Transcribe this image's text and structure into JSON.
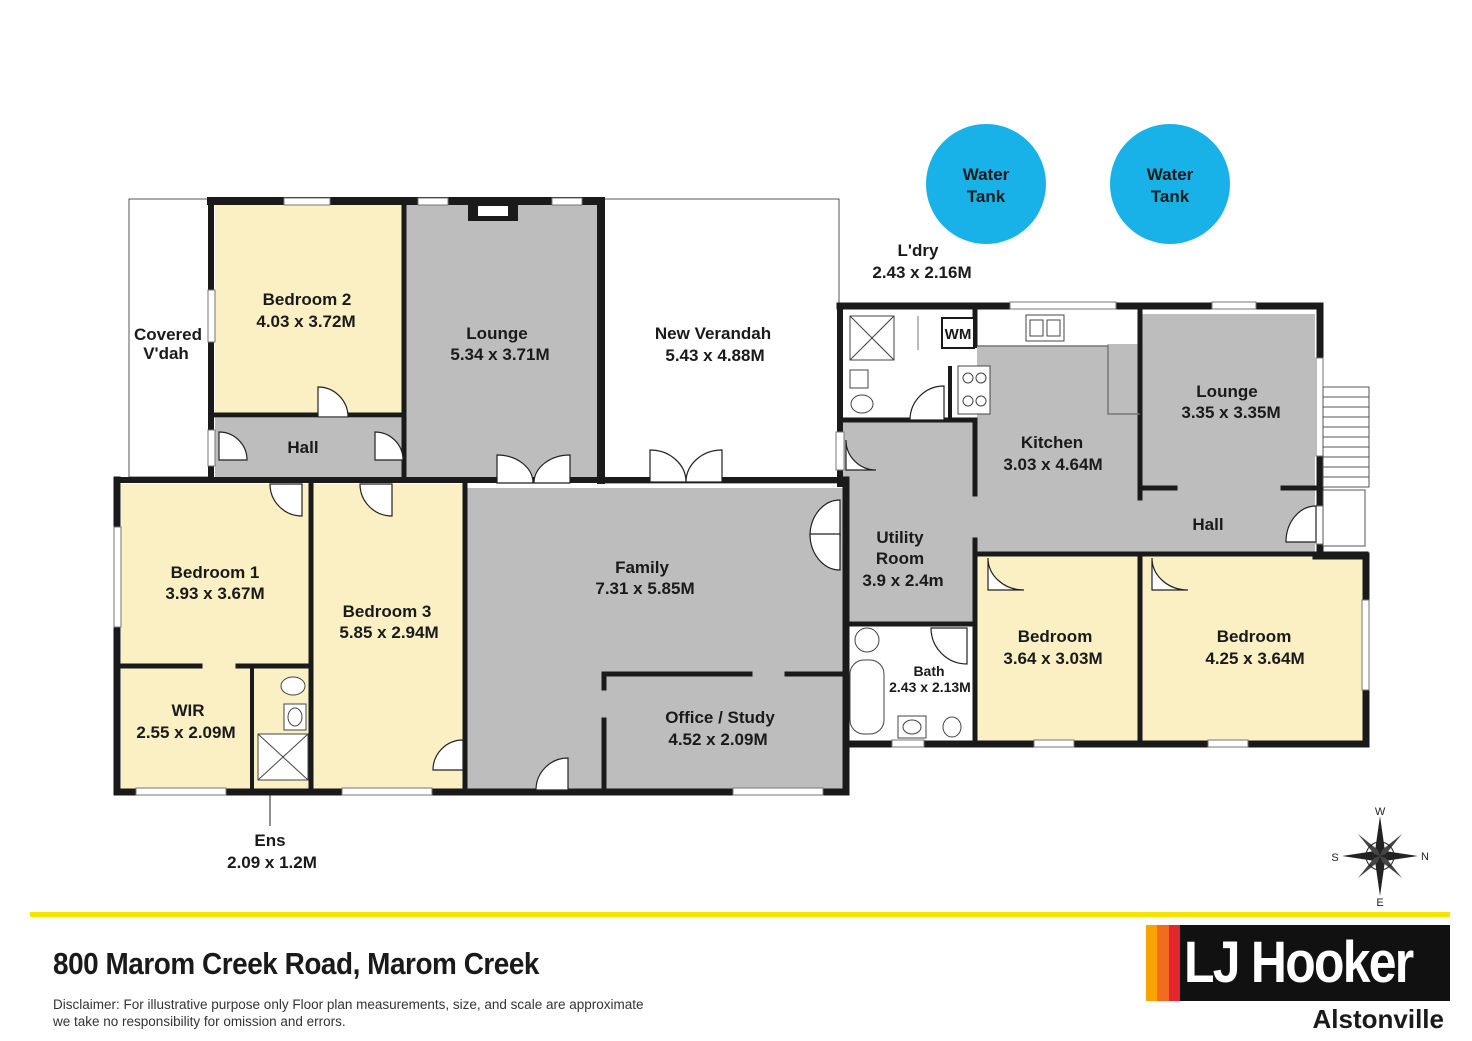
{
  "colors": {
    "wall": "#1a1a1a",
    "living_fill": "#bdbdbd",
    "bedroom_fill": "#faf0c4",
    "outdoor_fill": "#ffffff",
    "water_tank": "#19b2e8",
    "accent_rule": "#f5e400"
  },
  "rooms": {
    "covered_vdah": {
      "name": "Covered",
      "name2": "V'dah"
    },
    "bedroom2": {
      "name": "Bedroom 2",
      "dims": "4.03 x 3.72M"
    },
    "lounge_west": {
      "name": "Lounge",
      "dims": "5.34 x 3.71M"
    },
    "new_verandah": {
      "name": "New Verandah",
      "dims": "5.43 x 4.88M"
    },
    "hall_west": {
      "name": "Hall"
    },
    "bedroom1": {
      "name": "Bedroom 1",
      "dims": "3.93 x 3.67M"
    },
    "bedroom3": {
      "name": "Bedroom 3",
      "dims": "5.85 x 2.94M"
    },
    "family": {
      "name": "Family",
      "dims": "7.31 x 5.85M"
    },
    "wir": {
      "name": "WIR",
      "dims": "2.55 x 2.09M"
    },
    "ens": {
      "name": "Ens",
      "dims": "2.09 x 1.2M"
    },
    "office": {
      "name": "Office / Study",
      "dims": "4.52 x 2.09M"
    },
    "laundry": {
      "name": "L'dry",
      "dims": "2.43 x 2.16M",
      "wm": "WM"
    },
    "kitchen": {
      "name": "Kitchen",
      "dims": "3.03 x 4.64M"
    },
    "lounge_east": {
      "name": "Lounge",
      "dims": "3.35 x 3.35M"
    },
    "utility": {
      "name": "Utility",
      "name2": "Room",
      "dims": "3.9 x 2.4m"
    },
    "hall_east": {
      "name": "Hall"
    },
    "bath": {
      "name": "Bath",
      "dims": "2.43 x 2.13M"
    },
    "bedroom_a": {
      "name": "Bedroom",
      "dims": "3.64 x 3.03M"
    },
    "bedroom_b": {
      "name": "Bedroom",
      "dims": "4.25 x 3.64M"
    }
  },
  "water_tanks": [
    {
      "line1": "Water",
      "line2": "Tank"
    },
    {
      "line1": "Water",
      "line2": "Tank"
    }
  ],
  "compass": {
    "n": "N",
    "s": "S",
    "e": "E",
    "w": "W"
  },
  "footer": {
    "address": "800 Marom Creek Road, Marom Creek",
    "disclaimer_line1": "Disclaimer: For illustrative purpose only Floor plan measurements, size, and scale are approximate",
    "disclaimer_line2": "we take no responsibility for omission and errors."
  },
  "logo": {
    "brand": "LJ Hooker",
    "office": "Alstonville",
    "stripe_colors": [
      "#f7a400",
      "#f26b21",
      "#e3262d"
    ]
  }
}
